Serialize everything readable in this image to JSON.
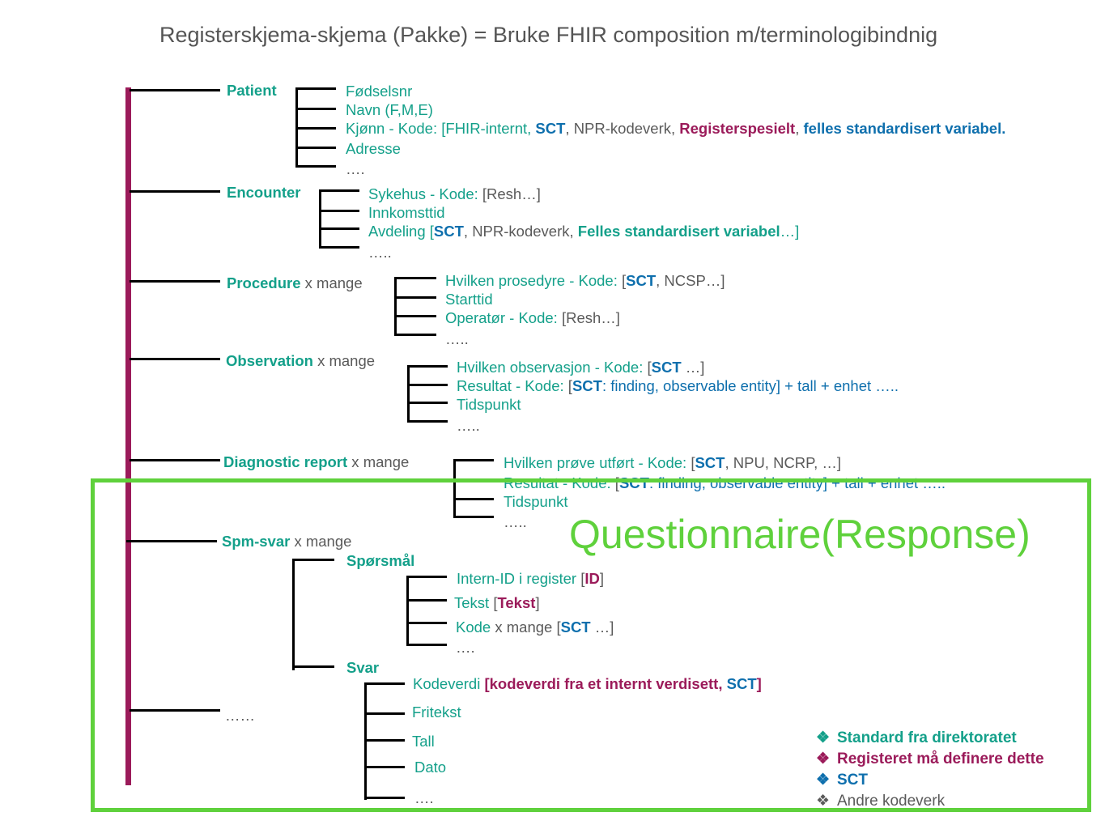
{
  "title": "Registerskjema-skjema (Pakke) = Bruke FHIR composition m/terminologibindnig",
  "colors": {
    "green": "#14a08a",
    "blue": "#0e6fad",
    "maroon": "#9b1b5a",
    "gray": "#5a5a5a",
    "box": "#5fd13c"
  },
  "patient": {
    "label": "Patient",
    "items": {
      "fodselsnr": "Fødselsnr",
      "navn": "Navn (F,M,E)",
      "kjonn_a": "Kjønn - Kode: [FHIR-internt, ",
      "kjonn_sct": "SCT",
      "kjonn_b": ", NPR-kodeverk, ",
      "kjonn_reg": "Registerspesielt",
      "kjonn_c": ", ",
      "kjonn_felles": "felles standardisert variabel.",
      "adresse": "Adresse",
      "more": "…."
    }
  },
  "encounter": {
    "label": "Encounter",
    "items": {
      "sykehus_a": "Sykehus - Kode: ",
      "sykehus_b": "[Resh…]",
      "innkomsttid": "Innkomsttid",
      "avdeling_a": "Avdeling [",
      "avdeling_sct": "SCT",
      "avdeling_b": ", NPR-kodeverk, ",
      "avdeling_felles": "Felles standardisert variabel",
      "avdeling_c": "…]",
      "more": "….."
    }
  },
  "procedure": {
    "label": "Procedure",
    "mult": " x mange",
    "items": {
      "hvilken_a": "Hvilken prosedyre - Kode: ",
      "hvilken_b": "[",
      "hvilken_sct": "SCT",
      "hvilken_c": ", NCSP…]",
      "starttid": "Starttid",
      "operator_a": "Operatør - Kode: ",
      "operator_b": "[Resh…]",
      "more": "….."
    }
  },
  "observation": {
    "label": "Observation",
    "mult": " x mange",
    "items": {
      "hvilken_a": "Hvilken observasjon - Kode: ",
      "hvilken_b": "[",
      "hvilken_sct": "SCT",
      "hvilken_c": " …]",
      "resultat_a": "Resultat - Kode: ",
      "resultat_b": "[",
      "resultat_sct": "SCT",
      "resultat_c": ": finding, observable entity] + tall + enhet …..",
      "tidspunkt": "Tidspunkt",
      "more": "….."
    }
  },
  "diagnostic": {
    "label": "Diagnostic report",
    "mult": " x mange",
    "items": {
      "hvilken_a": "Hvilken prøve utført - Kode: ",
      "hvilken_b": "[",
      "hvilken_sct": "SCT",
      "hvilken_c": ", NPU, NCRP, …]",
      "resultat_a": "Resultat - Kode: ",
      "resultat_b": "[",
      "resultat_sct": "SCT",
      "resultat_c": ": finding, observable entity] + tall + enhet …..",
      "tidspunkt": "Tidspunkt",
      "more": "….."
    }
  },
  "spmsvar": {
    "label": "Spm-svar",
    "mult": " x mange",
    "sporsmal": {
      "label": "Spørsmål",
      "intern_a": "Intern-ID i register ",
      "intern_b": "[",
      "intern_id": "ID",
      "intern_c": "]",
      "tekst_a": "Tekst ",
      "tekst_b": "[",
      "tekst_tekst": "Tekst",
      "tekst_c": "]",
      "kode_a": "Kode",
      "kode_b": " x mange ",
      "kode_c": "[",
      "kode_sct": "SCT",
      "kode_d": " …]",
      "more": "…."
    },
    "svar": {
      "label": "Svar",
      "kodeverdi_a": "Kodeverdi ",
      "kodeverdi_b": "[kodeverdi fra et internt verdisett, ",
      "kodeverdi_sct": "SCT",
      "kodeverdi_c": "]",
      "fritekst": "Fritekst",
      "tall": "Tall",
      "dato": "Dato",
      "more": "…."
    }
  },
  "rest": "……",
  "questionnaire_label": "Questionnaire(Response)",
  "legend": {
    "marker": "❖",
    "items": [
      "Standard fra direktoratet",
      "Registeret må definere dette",
      "SCT",
      "Andre kodeverk"
    ]
  }
}
